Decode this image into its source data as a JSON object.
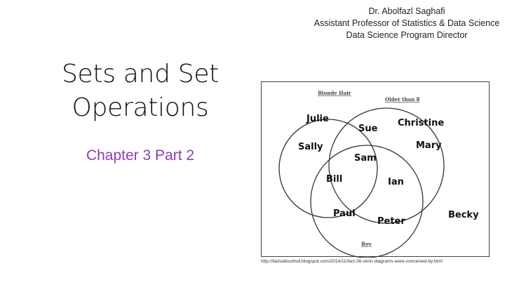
{
  "header": {
    "name": "Dr. Abolfazl Saghafi",
    "position": "Assistant Professor of Statistics & Data Science",
    "role": "Data Science Program Director"
  },
  "slide": {
    "title_line1": "Sets and Set",
    "title_line2": "Operations",
    "subtitle": "Chapter 3 Part 2",
    "subtitle_color": "#8a3cb8"
  },
  "venn": {
    "set_labels": {
      "blonde": "Blonde Hair",
      "older": "Older than  8",
      "boy": "Boy"
    },
    "names": {
      "julie": "Julie",
      "sally": "Sally",
      "sue": "Sue",
      "christine": "Christine",
      "mary": "Mary",
      "sam": "Sam",
      "bill": "Bill",
      "ian": "Ian",
      "paul": "Paul",
      "peter": "Peter",
      "becky": "Becky"
    }
  },
  "caption": "http://factsabouthull.blogspot.com/2014/11/fact-36-venn-diagrams-were-conceived-by.html"
}
